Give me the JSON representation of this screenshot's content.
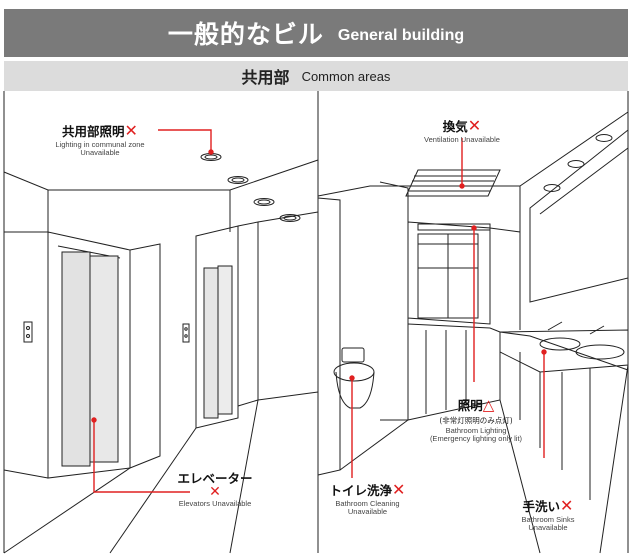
{
  "header": {
    "title_jp": "一般的なビル",
    "title_en": "General building",
    "subtitle_jp": "共用部",
    "subtitle_en": "Common areas"
  },
  "labels": {
    "lighting": {
      "jp": "共用部照明",
      "mark": "✕",
      "en": [
        "Lighting in communal zone",
        "Unavailable"
      ]
    },
    "ventilation": {
      "jp": "換気",
      "mark": "✕",
      "en": [
        "Ventilation Unavailable"
      ]
    },
    "elevator": {
      "jp": "エレベーター",
      "mark": "✕",
      "en": [
        "Elevators Unavailable"
      ]
    },
    "bathroom_lighting": {
      "jp": "照明",
      "mark": "△",
      "note_jp": "(非常灯照明のみ点灯)",
      "en": [
        "Bathroom Lighting",
        "(Emergency lighting only lit)"
      ]
    },
    "toilet": {
      "jp": "トイレ洗浄",
      "mark": "✕",
      "en": [
        "Bathroom Cleaning",
        "Unavailable"
      ]
    },
    "sinks": {
      "jp": "手洗い",
      "mark": "✕",
      "en": [
        "Bathroom Sinks",
        "Unavailable"
      ]
    }
  },
  "colors": {
    "header_bg": "#7a7a7a",
    "subheader_bg": "#dcdcdc",
    "accent": "#e02020",
    "line": "#222222"
  }
}
